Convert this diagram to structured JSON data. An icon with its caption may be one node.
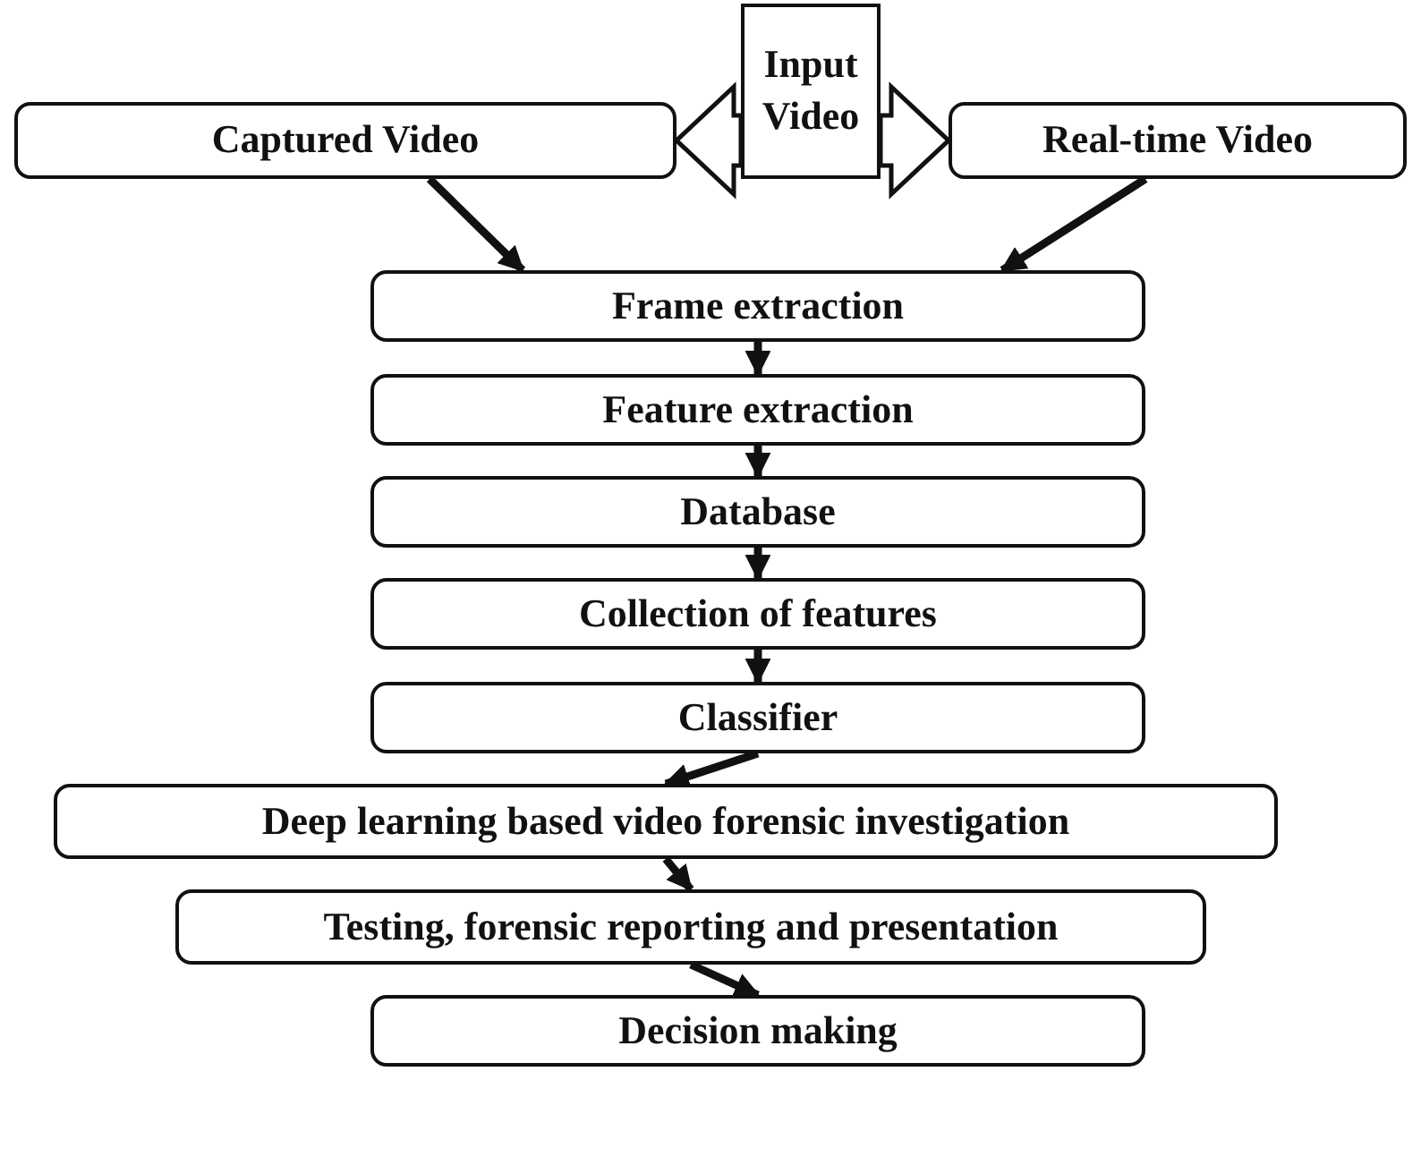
{
  "diagram": {
    "nodes": [
      {
        "text": [
          "Input Video"
        ]
      },
      {
        "text": [
          "Captured Video"
        ]
      },
      {
        "text": [
          "Real-time Video"
        ]
      },
      {
        "text": [
          "Frame extraction"
        ]
      },
      {
        "text": [
          "Feature extraction"
        ]
      },
      {
        "text": [
          "Database"
        ]
      },
      {
        "text": [
          "Collection of features"
        ]
      },
      {
        "text": [
          "Classifier"
        ]
      },
      {
        "text": [
          "Deep learning based video forensic investigation"
        ]
      },
      {
        "text": [
          "Testing, forensic reporting and presentation"
        ]
      },
      {
        "text": [
          "Decision making"
        ]
      }
    ],
    "edges": [
      {
        "from": 0,
        "to": 1,
        "arrow": "to",
        "style": "thick"
      },
      {
        "from": 0,
        "to": 2,
        "arrow": "to",
        "style": "thick"
      },
      {
        "from": 1,
        "to": 3,
        "arrow": "to"
      },
      {
        "from": 2,
        "to": 3,
        "arrow": "to"
      },
      {
        "from": 3,
        "to": 4,
        "arrow": "to"
      },
      {
        "from": 4,
        "to": 5,
        "arrow": "to"
      },
      {
        "from": 5,
        "to": 6,
        "arrow": "to"
      },
      {
        "from": 6,
        "to": 7,
        "arrow": "to"
      },
      {
        "from": 7,
        "to": 8,
        "arrow": "to"
      },
      {
        "from": 8,
        "to": 9,
        "arrow": "to"
      },
      {
        "from": 9,
        "to": 10,
        "arrow": "to"
      }
    ]
  }
}
